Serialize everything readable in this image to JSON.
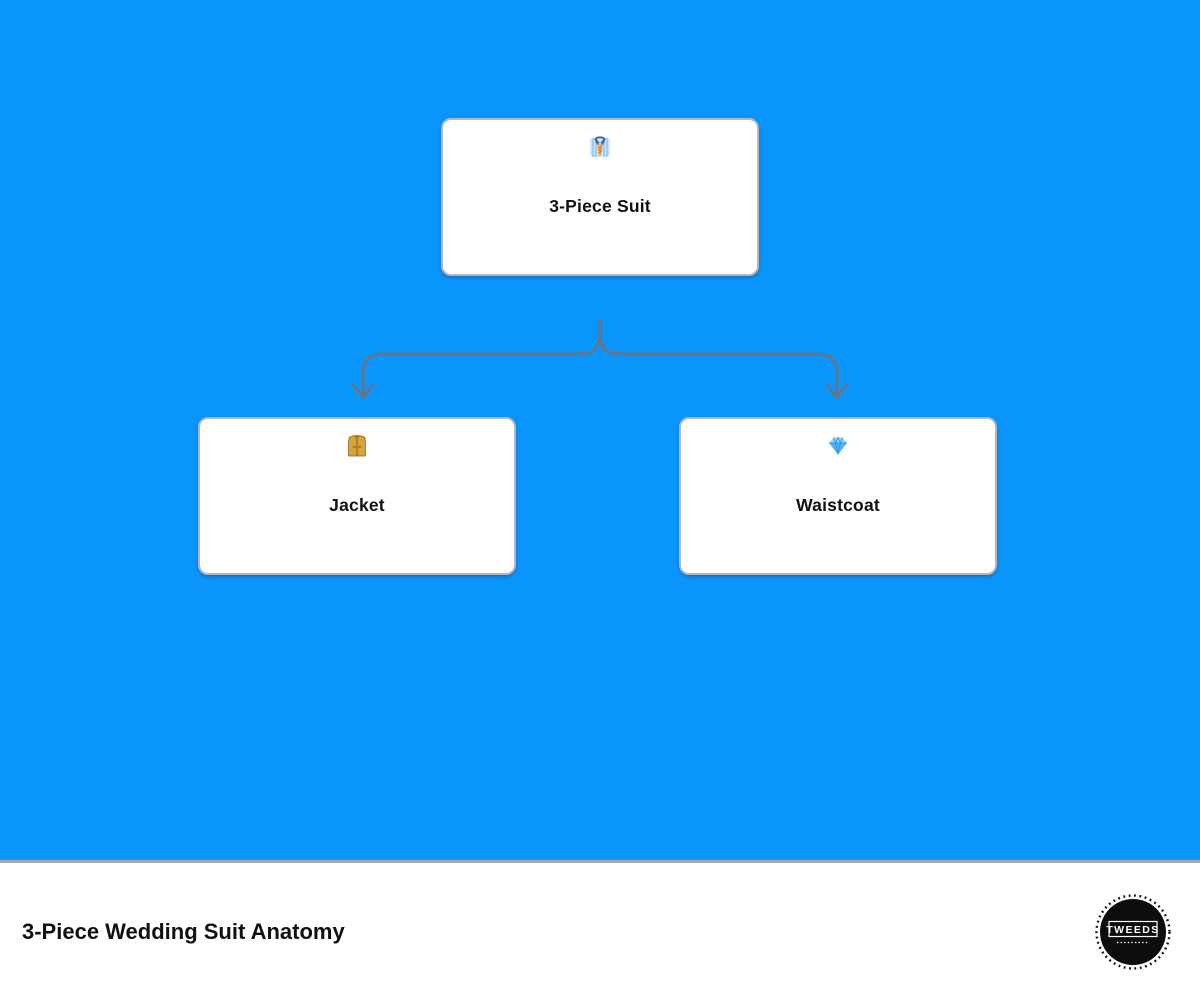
{
  "page": {
    "background_color": "#0A95FC"
  },
  "diagram": {
    "connector_color": "#6b7280",
    "root": {
      "label": "3-Piece Suit",
      "icon": "necktie"
    },
    "children": [
      {
        "label": "Jacket",
        "icon": "coat"
      },
      {
        "label": "Waistcoat",
        "icon": "gem"
      }
    ]
  },
  "footer": {
    "title": "3-Piece Wedding Suit Anatomy",
    "logo_text": "TWEEDS"
  }
}
